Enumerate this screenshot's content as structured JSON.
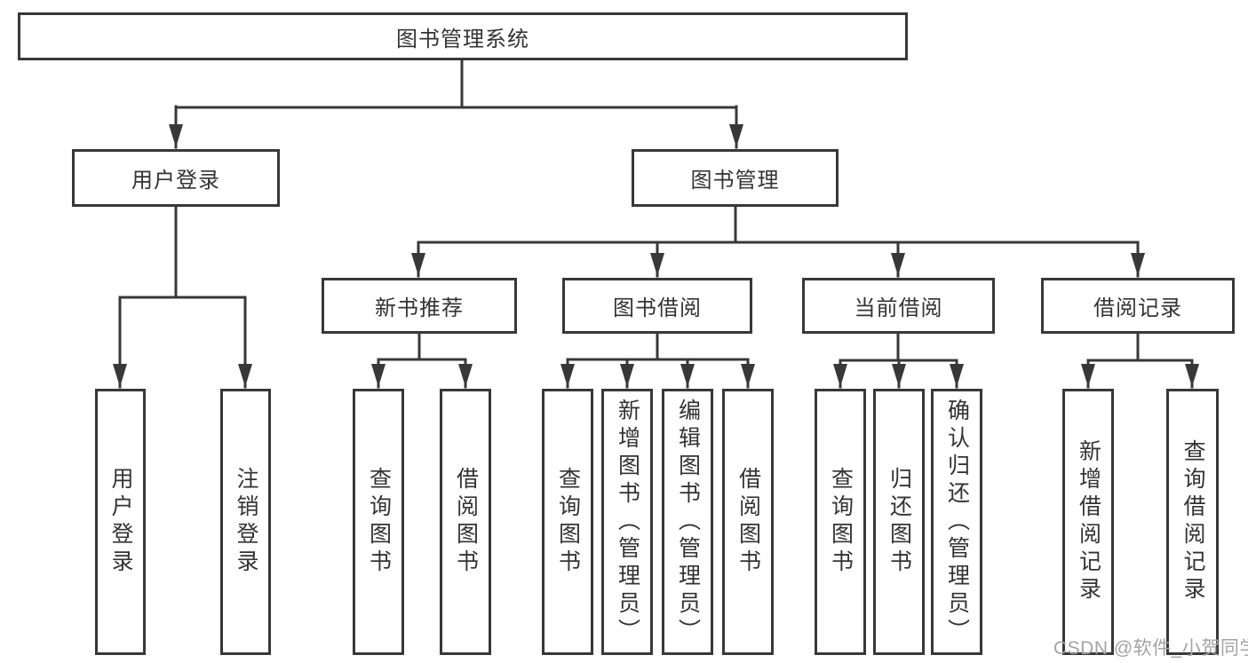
{
  "diagram": {
    "title": "图书管理系统",
    "type": "hierarchy-tree",
    "tree": {
      "label": "图书管理系统",
      "children": [
        {
          "label": "用户登录",
          "children": [
            {
              "label": "用户登录"
            },
            {
              "label": "注销登录"
            }
          ]
        },
        {
          "label": "图书管理",
          "children": [
            {
              "label": "新书推荐",
              "children": [
                {
                  "label": "查询图书"
                },
                {
                  "label": "借阅图书"
                }
              ]
            },
            {
              "label": "图书借阅",
              "children": [
                {
                  "label": "查询图书"
                },
                {
                  "label": "新增图书（管理员）"
                },
                {
                  "label": "编辑图书（管理员）"
                },
                {
                  "label": "借阅图书"
                }
              ]
            },
            {
              "label": "当前借阅",
              "children": [
                {
                  "label": "查询图书"
                },
                {
                  "label": "归还图书"
                },
                {
                  "label": "确认归还（管理员）"
                }
              ]
            },
            {
              "label": "借阅记录",
              "children": [
                {
                  "label": "新增借阅记录"
                },
                {
                  "label": "查询借阅记录"
                }
              ]
            }
          ]
        }
      ]
    }
  },
  "watermark": {
    "text": "CSDN @软件_小贺同学"
  },
  "colors": {
    "line": "#383838",
    "box_border": "#383838",
    "text": "#333333",
    "watermark": "#a3a3a3",
    "background": "#ffffff"
  }
}
